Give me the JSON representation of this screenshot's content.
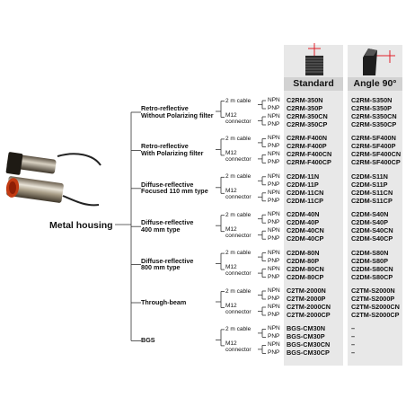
{
  "title": "Metal housing",
  "headers": {
    "standard": "Standard",
    "angle": "Angle 90°"
  },
  "labels": {
    "cable": "2 m cable",
    "m12_line1": "M12",
    "m12_line2": "connector",
    "npn": "NPN",
    "pnp": "PNP"
  },
  "groups": [
    {
      "name": [
        "Retro-reflective",
        "Without Polarizing filter"
      ],
      "standard": [
        "C2RM-350N",
        "C2RM-350P",
        "C2RM-350CN",
        "C2RM-350CP"
      ],
      "angle": [
        "C2RM-S350N",
        "C2RM-S350P",
        "C2RM-S350CN",
        "C2RM-S350CP"
      ]
    },
    {
      "name": [
        "Retro-reflective",
        "With Polarizing filter"
      ],
      "standard": [
        "C2RM-F400N",
        "C2RM-F400P",
        "C2RM-F400CN",
        "C2RM-F400CP"
      ],
      "angle": [
        "C2RM-SF400N",
        "C2RM-SF400P",
        "C2RM-SF400CN",
        "C2RM-SF400CP"
      ]
    },
    {
      "name": [
        "Diffuse-reflective",
        "Focused 110 mm type"
      ],
      "standard": [
        "C2DM-11N",
        "C2DM-11P",
        "C2DM-11CN",
        "C2DM-11CP"
      ],
      "angle": [
        "C2DM-S11N",
        "C2DM-S11P",
        "C2DM-S11CN",
        "C2DM-S11CP"
      ]
    },
    {
      "name": [
        "Diffuse-reflective",
        "400 mm type"
      ],
      "standard": [
        "C2DM-40N",
        "C2DM-40P",
        "C2DM-40CN",
        "C2DM-40CP"
      ],
      "angle": [
        "C2DM-S40N",
        "C2DM-S40P",
        "C2DM-S40CN",
        "C2DM-S40CP"
      ]
    },
    {
      "name": [
        "Diffuse-reflective",
        "800 mm type"
      ],
      "standard": [
        "C2DM-80N",
        "C2DM-80P",
        "C2DM-80CN",
        "C2DM-80CP"
      ],
      "angle": [
        "C2DM-S80N",
        "C2DM-S80P",
        "C2DM-S80CN",
        "C2DM-S80CP"
      ]
    },
    {
      "name": [
        "Through-beam"
      ],
      "standard": [
        "C2TM-2000N",
        "C2TM-2000P",
        "C2TM-2000CN",
        "C2TM-2000CP"
      ],
      "angle": [
        "C2TM-S2000N",
        "C2TM-S2000P",
        "C2TM-S2000CN",
        "C2TM-S2000CP"
      ]
    },
    {
      "name": [
        "BGS"
      ],
      "standard": [
        "BGS-CM30N",
        "BGS-CM30P",
        "BGS-CM30CN",
        "BGS-CM30CP"
      ],
      "angle": [
        "–",
        "–",
        "–",
        "–"
      ]
    }
  ]
}
